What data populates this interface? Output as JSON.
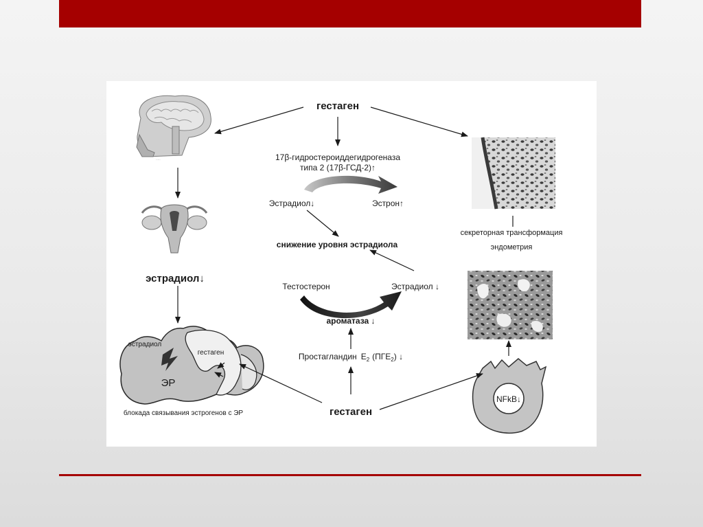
{
  "diagram": {
    "gestagen_top": "гестаген",
    "enzyme_line1": "17β-гидростероиддегидрогеназа",
    "enzyme_line2": "типа 2 (17β-ГСД-2)↑",
    "estradiol_down": "Эстрадиол↓",
    "estrone_up": "Эстрон↑",
    "estradiol_level_drop": "снижение уровня эстрадиола",
    "testosterone": "Тестостерон",
    "estradiol_down_right": "Эстрадиол ↓",
    "aromatase": "ароматаза ↓",
    "prostaglandin": "Простагландин",
    "prostaglandin_symbol": "E",
    "prostaglandin_sub": "2",
    "prostaglandin_abbr": "(ПГЕ",
    "prostaglandin_abbr_sub": "2",
    "prostaglandin_tail": ") ↓",
    "gestagen_bottom": "гестаген",
    "estradiol_left": "эстрадиол↓",
    "receptor_estradiol": "эстрадиол",
    "receptor_gestagen": "гестаген",
    "receptor_er": "ЭР",
    "receptor_caption": "блокада связывания эстрогенов с ЭР",
    "secretory_line1": "секреторная трансформация",
    "secretory_line2": "эндометрия",
    "nfkb": "NFkB↓"
  },
  "icons": {
    "brain": "brain-head-illustration",
    "uterus": "uterus-illustration",
    "tissue_top": "endometrium-micrograph",
    "tissue_bottom": "endometrium-micrograph-secretory",
    "cell": "cell-illustration",
    "receptor": "receptor-shape"
  },
  "colors": {
    "accent": "#a50000",
    "panel": "#ffffff",
    "arrow": "#1a1a1a"
  }
}
